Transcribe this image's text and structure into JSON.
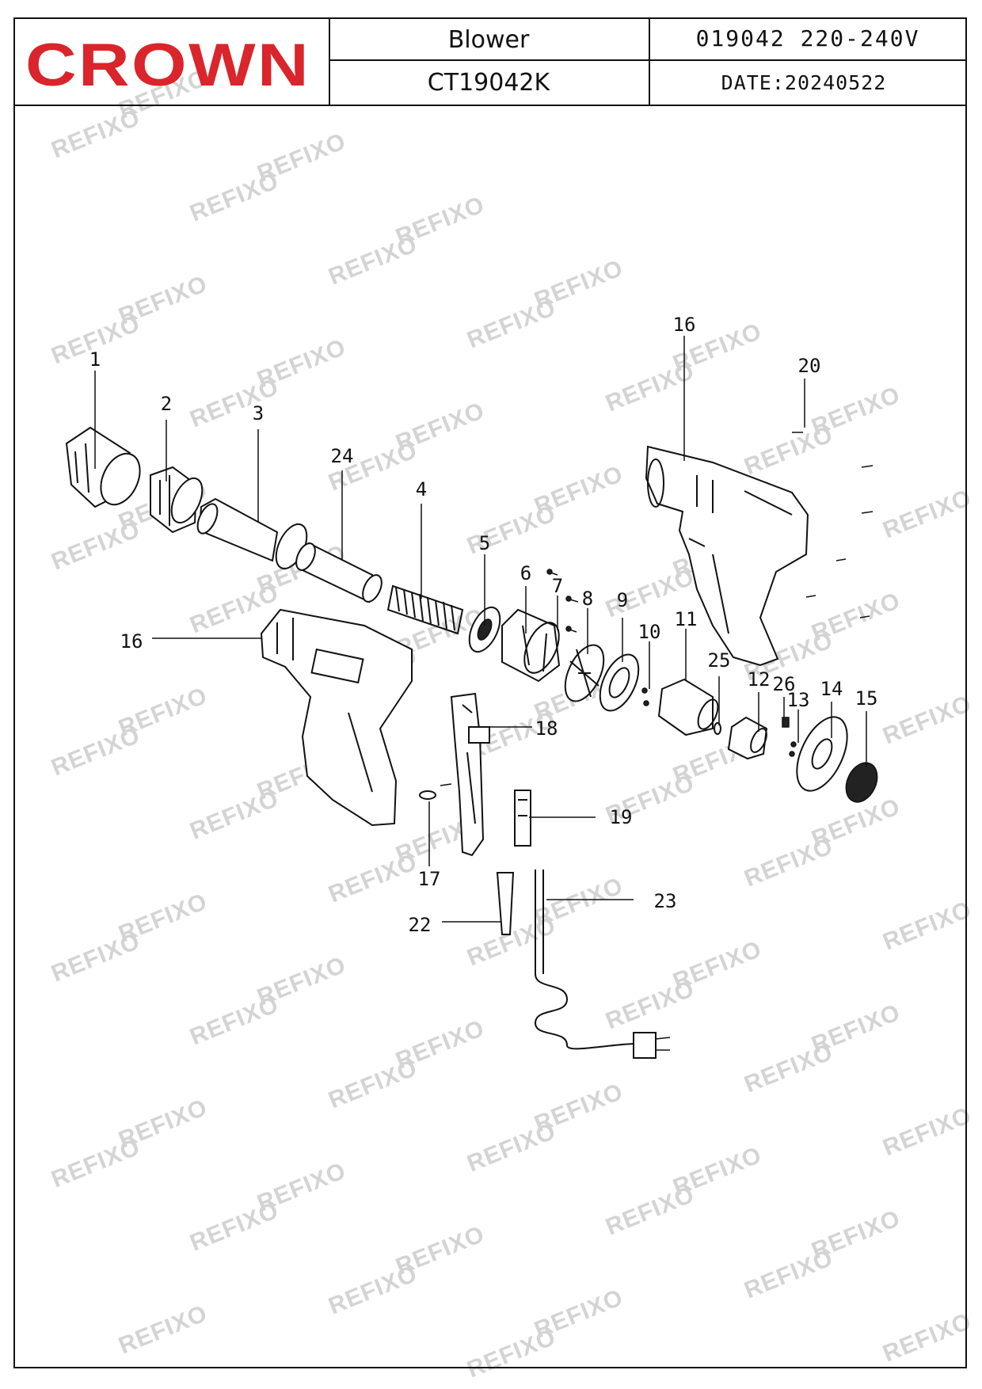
{
  "header": {
    "brand": "CROWN",
    "product_name": "Blower",
    "model": "CT19042K",
    "code_voltage": "019042 220-240V",
    "date": "DATE:20240522"
  },
  "watermark": "REFIXO",
  "colors": {
    "brand_red": "#d9252b",
    "line": "#111111",
    "watermark": "#d4d4d4"
  },
  "parts": [
    {
      "id": "p1",
      "label": "1"
    },
    {
      "id": "p2",
      "label": "2"
    },
    {
      "id": "p3",
      "label": "3"
    },
    {
      "id": "p24",
      "label": "24"
    },
    {
      "id": "p4",
      "label": "4"
    },
    {
      "id": "p5",
      "label": "5"
    },
    {
      "id": "p6",
      "label": "6"
    },
    {
      "id": "p7",
      "label": "7"
    },
    {
      "id": "p8",
      "label": "8"
    },
    {
      "id": "p9",
      "label": "9"
    },
    {
      "id": "p10",
      "label": "10"
    },
    {
      "id": "p11",
      "label": "11"
    },
    {
      "id": "p25",
      "label": "25"
    },
    {
      "id": "p12",
      "label": "12"
    },
    {
      "id": "p26",
      "label": "26"
    },
    {
      "id": "p13",
      "label": "13"
    },
    {
      "id": "p14",
      "label": "14"
    },
    {
      "id": "p15",
      "label": "15"
    },
    {
      "id": "p16a",
      "label": "16"
    },
    {
      "id": "p16b",
      "label": "16"
    },
    {
      "id": "p20",
      "label": "20"
    },
    {
      "id": "p18",
      "label": "18"
    },
    {
      "id": "p19",
      "label": "19"
    },
    {
      "id": "p17",
      "label": "17"
    },
    {
      "id": "p22",
      "label": "22"
    },
    {
      "id": "p23",
      "label": "23"
    }
  ]
}
